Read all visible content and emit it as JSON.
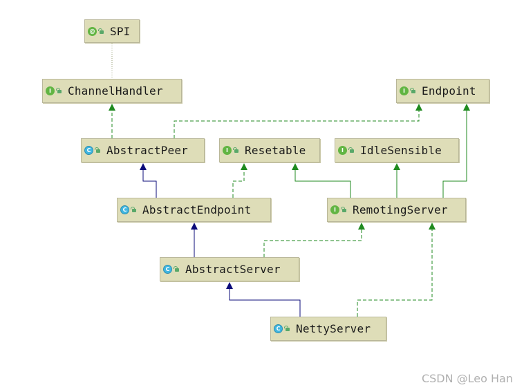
{
  "nodes": {
    "spi": {
      "label": "SPI",
      "kind": "annotation",
      "kind_glyph": "@"
    },
    "channel_handler": {
      "label": "ChannelHandler",
      "kind": "interface",
      "kind_glyph": "I"
    },
    "endpoint": {
      "label": "Endpoint",
      "kind": "interface",
      "kind_glyph": "I"
    },
    "abstract_peer": {
      "label": "AbstractPeer",
      "kind": "class",
      "kind_glyph": "C"
    },
    "resetable": {
      "label": "Resetable",
      "kind": "interface",
      "kind_glyph": "I"
    },
    "idle_sensible": {
      "label": "IdleSensible",
      "kind": "interface",
      "kind_glyph": "I"
    },
    "abstract_endpoint": {
      "label": "AbstractEndpoint",
      "kind": "class",
      "kind_glyph": "C"
    },
    "remoting_server": {
      "label": "RemotingServer",
      "kind": "interface",
      "kind_glyph": "I"
    },
    "abstract_server": {
      "label": "AbstractServer",
      "kind": "class",
      "kind_glyph": "C"
    },
    "netty_server": {
      "label": "NettyServer",
      "kind": "class",
      "kind_glyph": "C"
    }
  },
  "edges": [
    {
      "from": "channel_handler",
      "to": "spi",
      "type": "annotation"
    },
    {
      "from": "abstract_peer",
      "to": "channel_handler",
      "type": "implements"
    },
    {
      "from": "abstract_peer",
      "to": "endpoint",
      "type": "implements"
    },
    {
      "from": "abstract_endpoint",
      "to": "abstract_peer",
      "type": "extends"
    },
    {
      "from": "abstract_endpoint",
      "to": "resetable",
      "type": "implements"
    },
    {
      "from": "remoting_server",
      "to": "resetable",
      "type": "extends-interface"
    },
    {
      "from": "remoting_server",
      "to": "idle_sensible",
      "type": "extends-interface"
    },
    {
      "from": "remoting_server",
      "to": "endpoint",
      "type": "extends-interface"
    },
    {
      "from": "abstract_server",
      "to": "abstract_endpoint",
      "type": "extends"
    },
    {
      "from": "abstract_server",
      "to": "remoting_server",
      "type": "implements"
    },
    {
      "from": "netty_server",
      "to": "abstract_server",
      "type": "extends"
    },
    {
      "from": "netty_server",
      "to": "remoting_server",
      "type": "implements"
    }
  ],
  "colors": {
    "node_fill": "#deddb8",
    "interface_edge": "#1f8a1f",
    "class_edge": "#0b0b7a",
    "annotation_edge": "#9aa27a"
  },
  "watermark": "CSDN @Leo Han"
}
